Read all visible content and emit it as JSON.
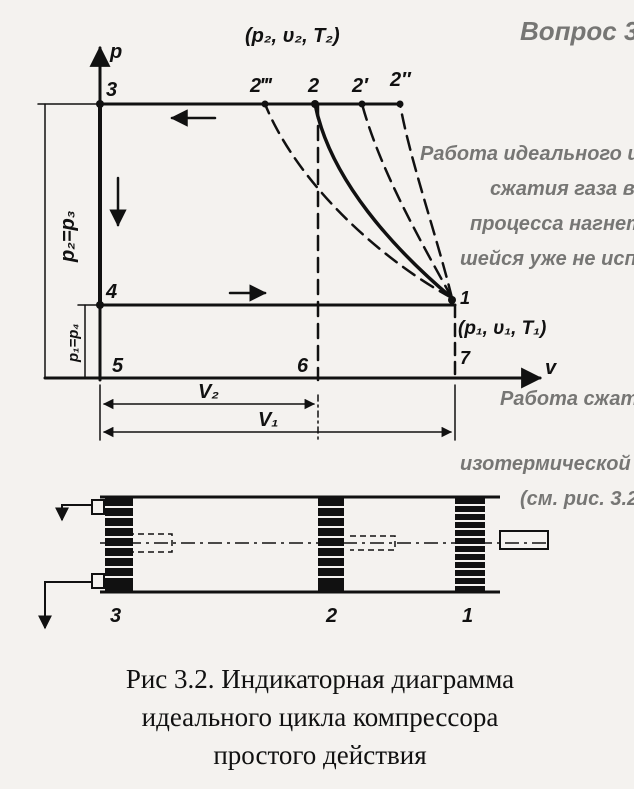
{
  "diagram": {
    "axis_p": "p",
    "axis_v": "v",
    "state_high": "(p₂, υ₂, T₂)",
    "state_low": "(p₁, υ₁, T₁)",
    "pt_2ppp": "2‴",
    "pt_2": "2",
    "pt_2p": "2′",
    "pt_2pp": "2″",
    "pt_3": "3",
    "pt_4": "4",
    "pt_5": "5",
    "pt_6": "6",
    "pt_7": "7",
    "pt_1": "1",
    "dim_p2p3": "p₂=p₃",
    "dim_p1p4": "p₁=p₄",
    "dim_v2": "V₂",
    "dim_v1": "V₁",
    "piston_3": "3",
    "piston_2": "2",
    "piston_1": "1"
  },
  "caption": {
    "line1": "Рис 3.2. Индикаторная диаграмма",
    "line2": "идеального цикла компрессора",
    "line3": "простого действия"
  },
  "colors": {
    "ink": "#111111",
    "paper": "#f4f2ef"
  }
}
